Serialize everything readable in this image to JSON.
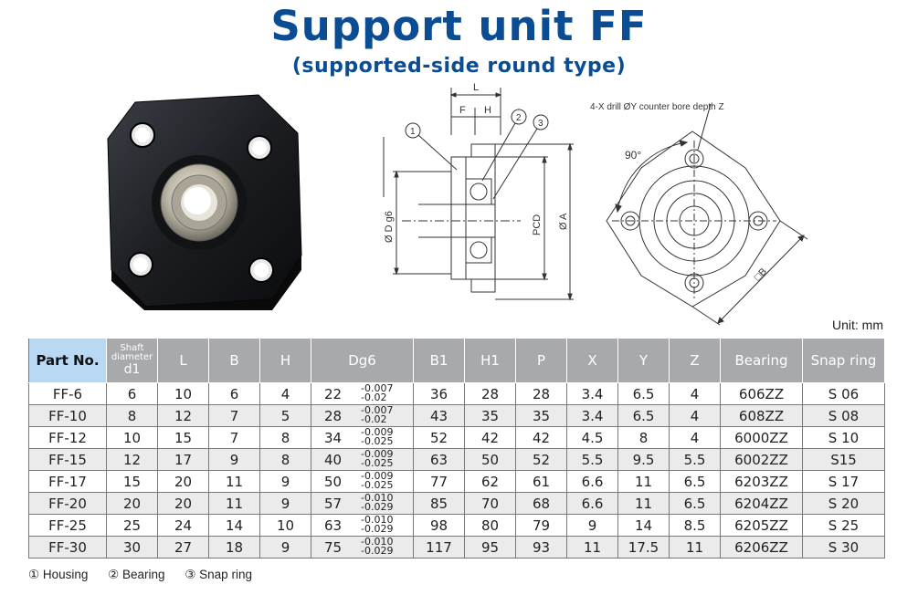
{
  "title": "Support unit FF",
  "subtitle": "(supported-side round type)",
  "unit": "Unit: mm",
  "diagram": {
    "label_L": "L",
    "label_F": "F",
    "label_H": "H",
    "callout_1": "1",
    "callout_2": "2",
    "callout_3": "3",
    "label_D": "Ø D g6",
    "label_PCD": "PCD",
    "label_A": "Ø A",
    "drill_note": "4-X drill ØY counter bore depth Z",
    "angle": "90°",
    "label_B": "□B"
  },
  "table": {
    "headers": {
      "part_no": "Part No.",
      "shaft_line1": "Shaft",
      "shaft_line2": "diameter",
      "shaft_line3": "d1",
      "L": "L",
      "B": "B",
      "H": "H",
      "Dg6": "Dg6",
      "B1": "B1",
      "H1": "H1",
      "P": "P",
      "X": "X",
      "Y": "Y",
      "Z": "Z",
      "bearing": "Bearing",
      "snap": "Snap ring"
    },
    "rows": [
      {
        "part": "FF-6",
        "d1": "6",
        "L": "10",
        "B": "6",
        "H": "4",
        "D": "22",
        "tol_up": "-0.007",
        "tol_lo": "-0.02",
        "B1": "36",
        "H1": "28",
        "P": "28",
        "X": "3.4",
        "Y": "6.5",
        "Z": "4",
        "bearing": "606ZZ",
        "snap": "S 06"
      },
      {
        "part": "FF-10",
        "d1": "8",
        "L": "12",
        "B": "7",
        "H": "5",
        "D": "28",
        "tol_up": "-0.007",
        "tol_lo": "-0.02",
        "B1": "43",
        "H1": "35",
        "P": "35",
        "X": "3.4",
        "Y": "6.5",
        "Z": "4",
        "bearing": "608ZZ",
        "snap": "S 08"
      },
      {
        "part": "FF-12",
        "d1": "10",
        "L": "15",
        "B": "7",
        "H": "8",
        "D": "34",
        "tol_up": "-0.009",
        "tol_lo": "-0.025",
        "B1": "52",
        "H1": "42",
        "P": "42",
        "X": "4.5",
        "Y": "8",
        "Z": "4",
        "bearing": "6000ZZ",
        "snap": "S 10"
      },
      {
        "part": "FF-15",
        "d1": "12",
        "L": "17",
        "B": "9",
        "H": "8",
        "D": "40",
        "tol_up": "-0.009",
        "tol_lo": "-0.025",
        "B1": "63",
        "H1": "50",
        "P": "52",
        "X": "5.5",
        "Y": "9.5",
        "Z": "5.5",
        "bearing": "6002ZZ",
        "snap": "S15"
      },
      {
        "part": "FF-17",
        "d1": "15",
        "L": "20",
        "B": "11",
        "H": "9",
        "D": "50",
        "tol_up": "-0.009",
        "tol_lo": "-0.025",
        "B1": "77",
        "H1": "62",
        "P": "61",
        "X": "6.6",
        "Y": "11",
        "Z": "6.5",
        "bearing": "6203ZZ",
        "snap": "S 17"
      },
      {
        "part": "FF-20",
        "d1": "20",
        "L": "20",
        "B": "11",
        "H": "9",
        "D": "57",
        "tol_up": "-0.010",
        "tol_lo": "-0.029",
        "B1": "85",
        "H1": "70",
        "P": "68",
        "X": "6.6",
        "Y": "11",
        "Z": "6.5",
        "bearing": "6204ZZ",
        "snap": "S 20"
      },
      {
        "part": "FF-25",
        "d1": "25",
        "L": "24",
        "B": "14",
        "H": "10",
        "D": "63",
        "tol_up": "-0.010",
        "tol_lo": "-0.029",
        "B1": "98",
        "H1": "80",
        "P": "79",
        "X": "9",
        "Y": "14",
        "Z": "8.5",
        "bearing": "6205ZZ",
        "snap": "S 25"
      },
      {
        "part": "FF-30",
        "d1": "30",
        "L": "27",
        "B": "18",
        "H": "9",
        "D": "75",
        "tol_up": "-0.010",
        "tol_lo": "-0.029",
        "B1": "117",
        "H1": "95",
        "P": "93",
        "X": "11",
        "Y": "17.5",
        "Z": "11",
        "bearing": "6206ZZ",
        "snap": "S 30"
      }
    ]
  },
  "legend": {
    "item1": "① Housing",
    "item2": "② Bearing",
    "item3": "③ Snap ring"
  }
}
